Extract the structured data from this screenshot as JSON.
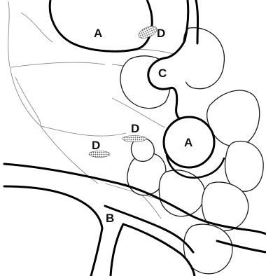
{
  "labels": {
    "a_top": "A",
    "a_center": "A",
    "b": "B",
    "c": "C",
    "d_top": "D",
    "d_mid": "D",
    "d_left": "D"
  },
  "colors": {
    "ink": "#000000",
    "fine_line": "#8a8a8a",
    "stipple": "#9a9a9a",
    "background": "#ffffff"
  }
}
